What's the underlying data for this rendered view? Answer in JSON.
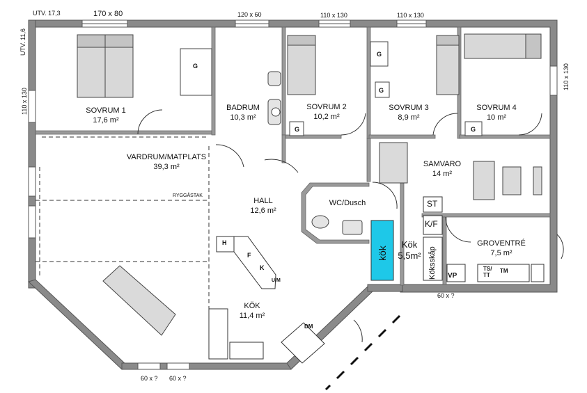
{
  "dimensions": {
    "utv_width": "UTV. 17,3",
    "utv_depth": "UTV. 11,6",
    "win_top_1": "170 x 80",
    "win_top_2": "120 x 60",
    "win_top_3": "110 x 130",
    "win_top_4": "110 x 130",
    "win_left": "110 x 130",
    "win_right": "110 x 130",
    "win_bottom_1": "60 x ?",
    "win_bottom_2": "60 x ?",
    "win_bottom_3": "60 x ?"
  },
  "rooms": {
    "sovrum1": {
      "name": "SOVRUM 1",
      "area": "17,6 m²"
    },
    "badrum": {
      "name": "BADRUM",
      "area": "10,3 m²"
    },
    "sovrum2": {
      "name": "SOVRUM 2",
      "area": "10,2 m²"
    },
    "sovrum3": {
      "name": "SOVRUM 3",
      "area": "8,9 m²"
    },
    "sovrum4": {
      "name": "SOVRUM 4",
      "area": "10 m²"
    },
    "vardrum": {
      "name": "VARDRUM/MATPLATS",
      "area": "39,3 m²"
    },
    "samvaro": {
      "name": "SAMVARO",
      "area": "14 m²"
    },
    "hall": {
      "name": "HALL",
      "area": "12,6 m²"
    },
    "wc": {
      "name": "WC/Dusch"
    },
    "kok_small": {
      "name": "Kök",
      "area": "5,5m²"
    },
    "groventre": {
      "name": "GROVENTRÉ",
      "area": "7,5 m²"
    },
    "kok": {
      "name": "KÖK",
      "area": "11,4 m²"
    }
  },
  "labels": {
    "ryggastak": "RYGGÅSTAK",
    "g": "G",
    "st": "ST",
    "kf": "K/F",
    "koksskap": "Köksskåp",
    "kok_vertical": "kök",
    "vp": "VP",
    "ts_tt": "TS/\nTT",
    "tm": "TM",
    "h": "H",
    "f": "F",
    "k": "K",
    "um": "U/M",
    "dm": "DM"
  },
  "colors": {
    "wall": "#808080",
    "wall_stroke": "#555555",
    "line": "#333333",
    "kok_highlight": "#1ec8e8",
    "furniture": "#dcdcdc"
  }
}
